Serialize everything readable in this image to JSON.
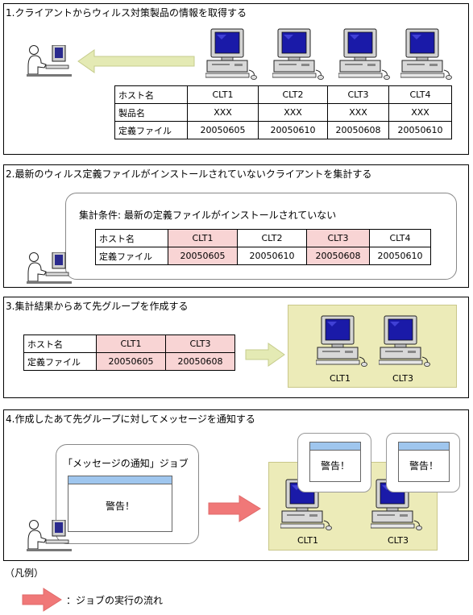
{
  "section1": {
    "title": "1.クライアントからウィルス対策製品の情報を取得する",
    "row_headers": [
      "ホスト名",
      "製品名",
      "定義ファイル"
    ],
    "clients": [
      {
        "host": "CLT1",
        "product": "XXX",
        "def": "20050605"
      },
      {
        "host": "CLT2",
        "product": "XXX",
        "def": "20050610"
      },
      {
        "host": "CLT3",
        "product": "XXX",
        "def": "20050608"
      },
      {
        "host": "CLT4",
        "product": "XXX",
        "def": "20050610"
      }
    ]
  },
  "section2": {
    "title": "2.最新のウィルス定義ファイルがインストールされていないクライアントを集計する",
    "condition": "集計条件:  最新の定義ファイルがインストールされていない",
    "row_headers": [
      "ホスト名",
      "定義ファイル"
    ],
    "clients": [
      {
        "host": "CLT1",
        "def": "20050605",
        "highlight": true
      },
      {
        "host": "CLT2",
        "def": "20050610",
        "highlight": false
      },
      {
        "host": "CLT3",
        "def": "20050608",
        "highlight": true
      },
      {
        "host": "CLT4",
        "def": "20050610",
        "highlight": false
      }
    ]
  },
  "section3": {
    "title": "3.集計結果からあて先グループを作成する",
    "row_headers": [
      "ホスト名",
      "定義ファイル"
    ],
    "clients": [
      {
        "host": "CLT1",
        "def": "20050605"
      },
      {
        "host": "CLT3",
        "def": "20050608"
      }
    ],
    "group": [
      "CLT1",
      "CLT3"
    ]
  },
  "section4": {
    "title": "4.作成したあて先グループに対してメッセージを通知する",
    "job_label": "「メッセージの通知」ジョブ",
    "warning": "警告！",
    "group": [
      "CLT1",
      "CLT3"
    ]
  },
  "legend": {
    "title": "（凡例）",
    "flow_label": "：ジョブの実行の流れ"
  },
  "colors": {
    "highlight": "#f8d4d4",
    "group_bg": "#ecebb8",
    "flow_arrow": "#f07878",
    "collect_arrow": "#e4eab4",
    "window_titlebar": "#9fc6ee"
  }
}
